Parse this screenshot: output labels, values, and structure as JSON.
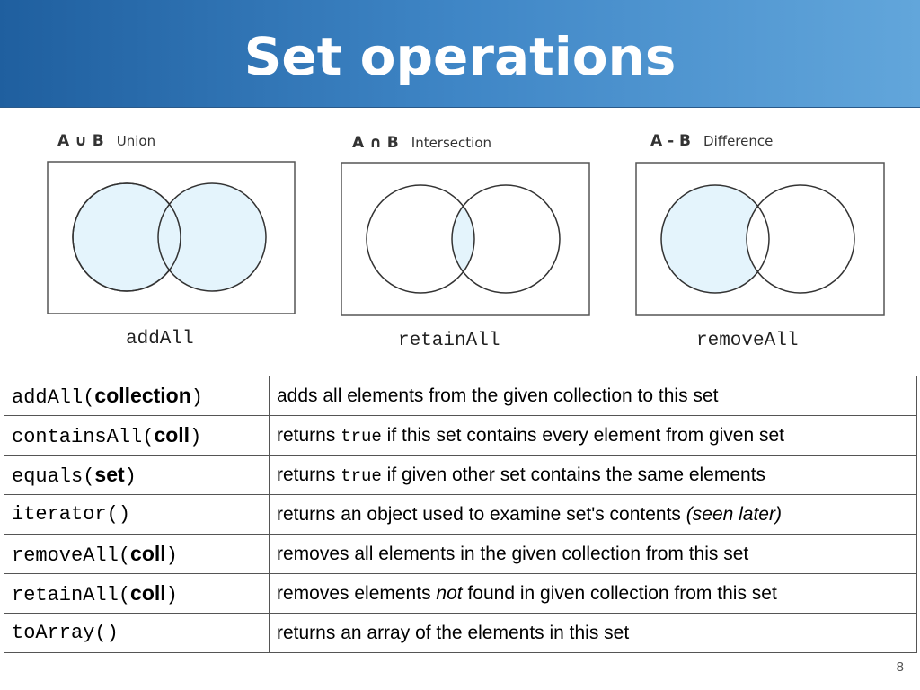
{
  "title": "Set operations",
  "diagrams": [
    {
      "symbol": "A ∪ B",
      "name": "Union",
      "method": "addAll"
    },
    {
      "symbol": "A ∩ B",
      "name": "Intersection",
      "method": "retainAll"
    },
    {
      "symbol": "A - B",
      "name": "Difference",
      "method": "removeAll"
    }
  ],
  "colors": {
    "fill": "#e4f4fc",
    "stroke": "#333333",
    "title_bg": "#3f86c6"
  },
  "rows": [
    {
      "method": "addAll(",
      "arg": "collection",
      "close": ")",
      "desc": "adds all elements from the given collection to this set"
    },
    {
      "method": "containsAll(",
      "arg": "coll",
      "close": ")",
      "pre": "returns ",
      "code": "true",
      "post": " if this set contains every element from given set"
    },
    {
      "method": "equals(",
      "arg": "set",
      "close": ")",
      "pre": "returns ",
      "code": "true",
      "post": " if given other set contains the same elements"
    },
    {
      "method": "iterator()",
      "pre": "returns an object used to examine set's contents ",
      "em": "(seen later)"
    },
    {
      "method": "removeAll(",
      "arg": "coll",
      "close": ")",
      "desc": "removes all elements in the given collection from this set"
    },
    {
      "method": "retainAll(",
      "arg": "coll",
      "close": ")",
      "pre": "removes elements ",
      "em": "not",
      "post": " found in given collection from this set"
    },
    {
      "method": "toArray()",
      "desc": "returns an array of the elements in this set"
    }
  ],
  "page_number": "8"
}
